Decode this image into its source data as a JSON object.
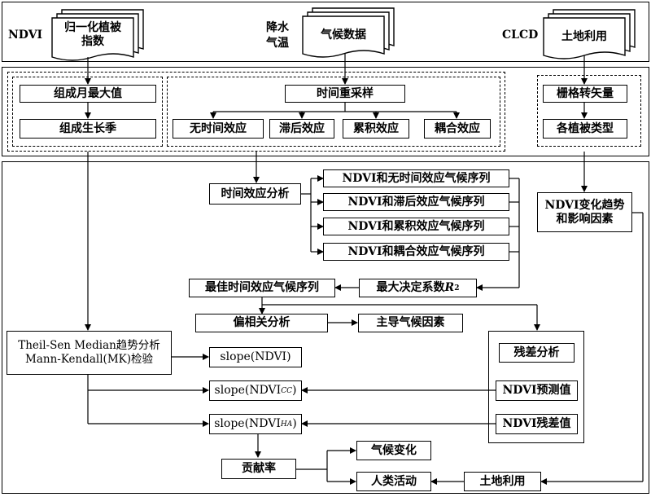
{
  "sources": {
    "ndvi_label": "NDVI",
    "ndvi_doc_line1": "归一化植被",
    "ndvi_doc_line2": "指数",
    "climate_label_line1": "降水",
    "climate_label_line2": "气温",
    "climate_doc": "气候数据",
    "clcd_label": "CLCD",
    "clcd_doc": "土地利用"
  },
  "preprocess": {
    "monthly_max": "组成月最大值",
    "growing_season": "组成生长季",
    "resample": "时间重采样",
    "effect_none": "无时间效应",
    "effect_lag": "滞后效应",
    "effect_cumulative": "累积效应",
    "effect_coupled": "耦合效应",
    "raster_to_vector": "栅格转矢量",
    "veg_types": "各植被类型"
  },
  "analysis": {
    "time_effect": "时间效应分析",
    "seq_none": "NDVI和无时间效应气候序列",
    "seq_lag": "NDVI和滞后效应气候序列",
    "seq_cumulative": "NDVI和累积效应气候序列",
    "seq_coupled": "NDVI和耦合效应气候序列",
    "ndvi_trend_line1": "NDVI变化趋势",
    "ndvi_trend_line2": "和影响因素",
    "best_seq": "最佳时间效应气候序列",
    "max_r2_prefix": "最大决定系数",
    "max_r2_var": "R",
    "max_r2_exp": "2",
    "partial_corr": "偏相关分析",
    "dominant_climate": "主导气候因素",
    "theil_line1": "Theil-Sen Median趋势分析",
    "theil_line2": "Mann-Kendall(MK)检验",
    "slope_ndvi": "slope(NDVI)",
    "slope_cc_prefix": "slope(NDVI",
    "slope_cc_sub": "CC",
    "slope_ha_prefix": "slope(NDVI",
    "slope_ha_sub": "HA",
    "slope_suffix": ")",
    "residual_analysis": "残差分析",
    "ndvi_predicted": "NDVI预测值",
    "ndvi_residual": "NDVI残差值",
    "contribution": "贡献率",
    "climate_change": "气候变化",
    "human_activity": "人类活动",
    "land_use": "土地利用"
  }
}
